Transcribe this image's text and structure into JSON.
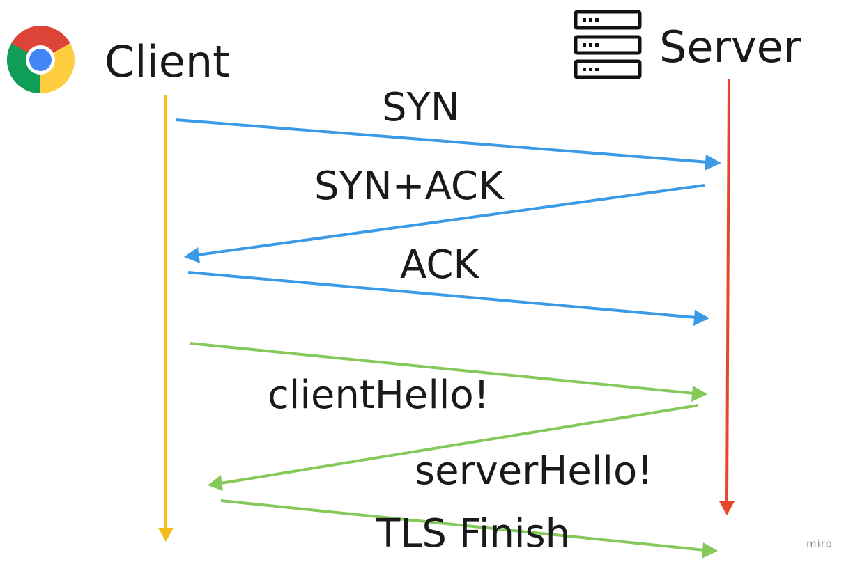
{
  "actors": {
    "client": {
      "label": "Client",
      "icon": "chrome-icon",
      "lifeline_color": "#F4BE1A"
    },
    "server": {
      "label": "Server",
      "icon": "server-rack-icon",
      "lifeline_color": "#E5472B"
    }
  },
  "messages": [
    {
      "id": "syn",
      "label": "SYN",
      "direction": "client-to-server",
      "color": "#3B9AE6"
    },
    {
      "id": "syn-ack",
      "label": "SYN+ACK",
      "direction": "server-to-client",
      "color": "#3B9AE6"
    },
    {
      "id": "ack",
      "label": "ACK",
      "direction": "client-to-server",
      "color": "#3B9AE6"
    },
    {
      "id": "client-hello",
      "label": "clientHello!",
      "direction": "client-to-server",
      "color": "#84C95A"
    },
    {
      "id": "server-hello",
      "label": "serverHello!",
      "direction": "server-to-client",
      "color": "#84C95A"
    },
    {
      "id": "tls-finish",
      "label": "TLS Finish",
      "direction": "client-to-server",
      "color": "#84C95A"
    }
  ],
  "watermark": "miro"
}
